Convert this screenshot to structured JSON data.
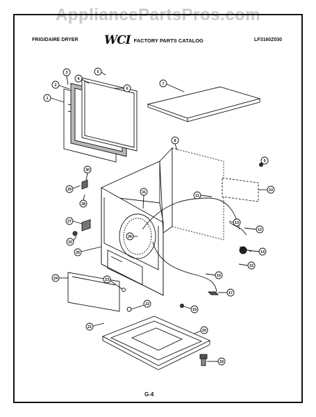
{
  "header": {
    "watermark": "AppliancePartsPros.com",
    "left_title": "FRIGIDAIRE DRYER",
    "logo_text": "WCI",
    "catalog_title": "FACTORY PARTS CATALOG",
    "catalog_number": "LF3160Z030"
  },
  "callouts": [
    "1",
    "2",
    "3",
    "4",
    "5",
    "6",
    "7",
    "8",
    "9",
    "10",
    "11",
    "12",
    "13",
    "14",
    "15",
    "16",
    "17",
    "18",
    "19",
    "20",
    "21",
    "22",
    "23",
    "24",
    "25",
    "26",
    "27",
    "28",
    "29",
    "30",
    "31",
    "32"
  ],
  "footer": {
    "page_number": "G-4"
  }
}
